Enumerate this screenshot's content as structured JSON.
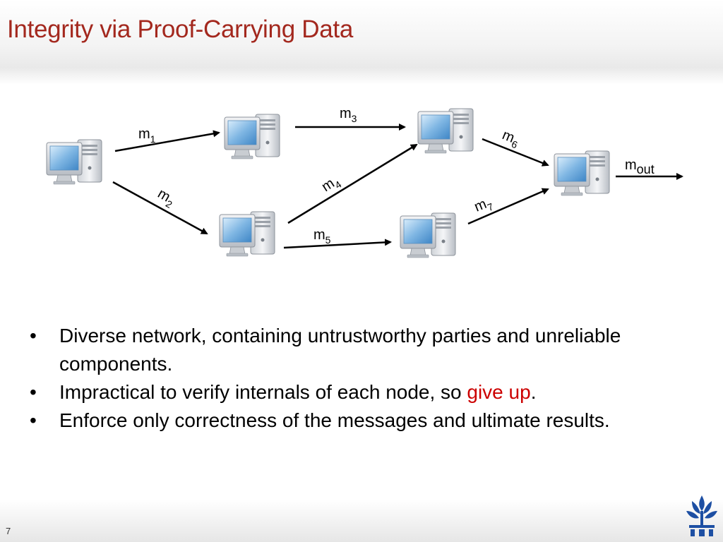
{
  "slide": {
    "title": "Integrity via Proof-Carrying Data",
    "page_number": "7"
  },
  "diagram": {
    "nodes": [
      "computer-1",
      "computer-2",
      "computer-3",
      "computer-4",
      "computer-5",
      "computer-6"
    ],
    "messages": [
      {
        "id": "m1",
        "base": "m",
        "sub": "1"
      },
      {
        "id": "m2",
        "base": "m",
        "sub": "2"
      },
      {
        "id": "m3",
        "base": "m",
        "sub": "3"
      },
      {
        "id": "m4",
        "base": "m",
        "sub": "4"
      },
      {
        "id": "m5",
        "base": "m",
        "sub": "5"
      },
      {
        "id": "m6",
        "base": "m",
        "sub": "6"
      },
      {
        "id": "m7",
        "base": "m",
        "sub": "7"
      },
      {
        "id": "mout",
        "base": "m",
        "sub": "out"
      }
    ]
  },
  "bullets": [
    {
      "bullet": "•",
      "text": "Diverse network, containing untrustworthy parties and unreliable components."
    },
    {
      "bullet": "•",
      "text_before": "Impractical to verify internals of each node, so ",
      "highlight": "give up",
      "text_after": "."
    },
    {
      "bullet": "•",
      "text": "Enforce only correctness of the messages and ultimate results."
    }
  ],
  "colors": {
    "title": "#a3281e",
    "highlight": "#cc0000",
    "arrow": "#000000"
  }
}
